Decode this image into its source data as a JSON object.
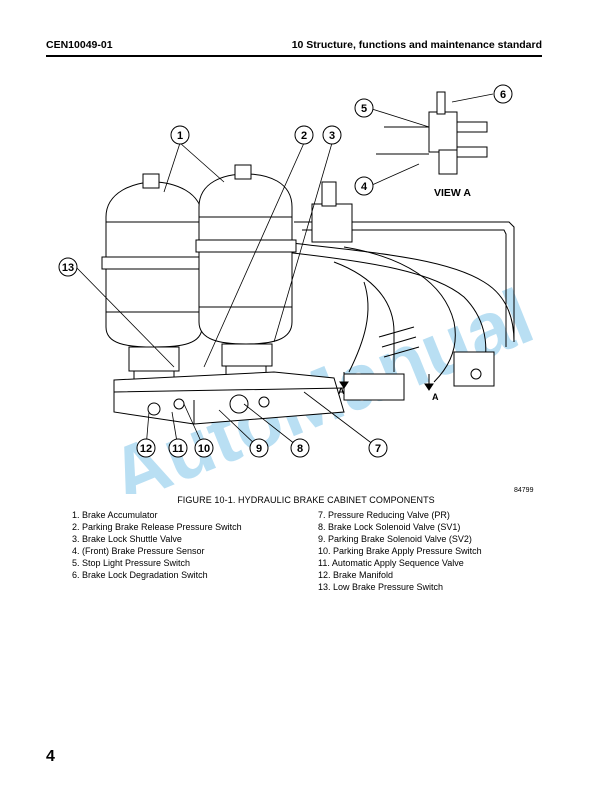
{
  "header": {
    "doc_id": "CEN10049-01",
    "section_title": "10 Structure, functions and maintenance standard"
  },
  "figure": {
    "callouts": [
      "1",
      "2",
      "3",
      "4",
      "5",
      "6",
      "7",
      "8",
      "9",
      "10",
      "11",
      "12",
      "13"
    ],
    "section_markers": [
      "A",
      "A"
    ],
    "view_label": "VIEW A",
    "figure_number": "84799",
    "watermark": "AutoManual",
    "caption": "FIGURE 10-1. HYDRAULIC BRAKE CABINET COMPONENTS"
  },
  "legend_left": [
    "1. Brake Accumulator",
    "2. Parking Brake Release Pressure Switch",
    "3. Brake Lock Shuttle Valve",
    "4. (Front) Brake Pressure Sensor",
    "5. Stop Light Pressure Switch",
    "6. Brake Lock Degradation Switch"
  ],
  "legend_right": [
    "7. Pressure Reducing Valve (PR)",
    "8. Brake Lock Solenoid Valve (SV1)",
    "9. Parking Brake Solenoid Valve (SV2)",
    "10. Parking Brake Apply Pressure Switch",
    "11. Automatic Apply Sequence Valve",
    "12. Brake Manifold",
    "13. Low Brake Pressure Switch"
  ],
  "page_number": "4"
}
